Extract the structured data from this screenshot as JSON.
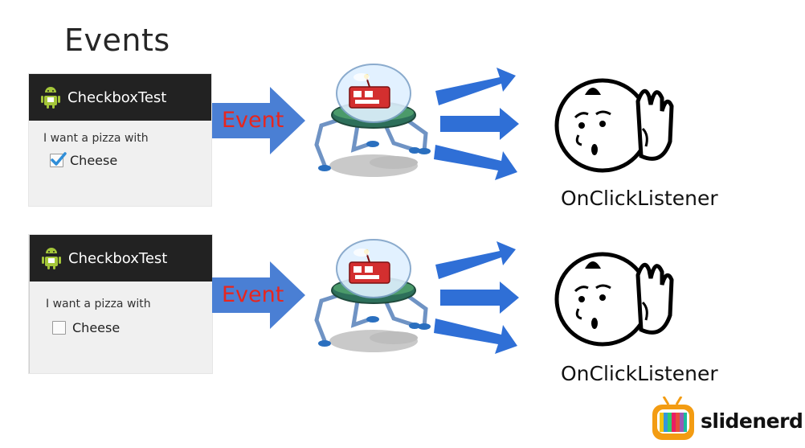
{
  "slide": {
    "title": "Events"
  },
  "rows": [
    {
      "app_name": "CheckboxTest",
      "prompt": "I want a pizza with",
      "checkbox_label": "Cheese",
      "checked": true,
      "event_label": "Event",
      "listener_label": "OnClickListener"
    },
    {
      "app_name": "CheckboxTest",
      "prompt": "I want a pizza with",
      "checkbox_label": "Cheese",
      "checked": false,
      "event_label": "Event",
      "listener_label": "OnClickListener"
    }
  ],
  "logo": {
    "brand": "slidenerd"
  },
  "colors": {
    "arrow": "#4a7fd4",
    "event_text": "#e8261e",
    "check_blue": "#2f8ed8",
    "android_green": "#a4c639",
    "action_bar": "#222222"
  },
  "icons": [
    "android-icon",
    "robot-illustration",
    "listening-face-icon",
    "tv-logo-icon"
  ]
}
